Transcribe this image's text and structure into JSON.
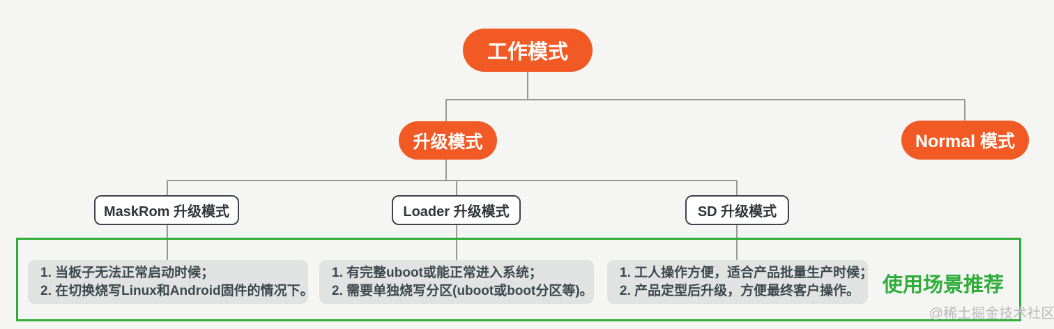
{
  "canvas": {
    "background_color": "#f5f5f4"
  },
  "colors": {
    "node_orange": "#F15A24",
    "accent_green": "#2EAD39",
    "connector_gray": "#979797",
    "subnode_border": "#3E4447",
    "description_bg": "#E0E3E2",
    "description_text": "#3D484C",
    "watermark_gray": "#B9B9B9"
  },
  "diagram": {
    "root": {
      "label": "工作模式"
    },
    "level1": {
      "upgrade": {
        "label": "升级模式"
      },
      "normal": {
        "label": "Normal 模式"
      }
    },
    "level2": {
      "maskrom": {
        "label": "MaskRom 升级模式"
      },
      "loader": {
        "label": "Loader 升级模式"
      },
      "sd": {
        "label": "SD 升级模式"
      }
    },
    "descriptions": [
      {
        "lines": [
          "1. 当板子无法正常启动时候；",
          "2. 在切换烧写Linux和Android固件的情况下。"
        ]
      },
      {
        "lines": [
          "1. 有完整uboot或能正常进入系统；",
          "2. 需要单独烧写分区(uboot或boot分区等)。"
        ]
      },
      {
        "lines": [
          "1. 工人操作方便，适合产品批量生产时候；",
          "2. 产品定型后升级，方便最终客户操作。"
        ]
      }
    ],
    "recommendation_label": "使用场景推荐",
    "watermark": "@稀土掘金技术社区"
  }
}
